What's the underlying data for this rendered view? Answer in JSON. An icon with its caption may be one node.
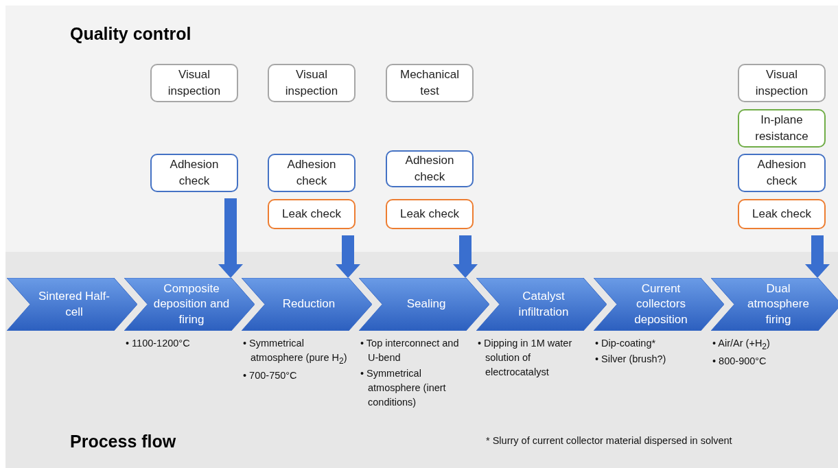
{
  "diagram": {
    "nodes": [
      {
        "text": [
          "Quality control"
        ]
      },
      {
        "text": [
          "Visual inspection"
        ],
        "in": 0
      },
      {
        "text": [
          "Adhesion check"
        ],
        "in": 0
      },
      {
        "text": [
          "Visual inspection"
        ],
        "in": 0
      },
      {
        "text": [
          "Adhesion check"
        ],
        "in": 0
      },
      {
        "text": [
          "Leak check"
        ],
        "in": 0
      },
      {
        "text": [
          "Mechanical test"
        ],
        "in": 0
      },
      {
        "text": [
          "Adhesion check"
        ],
        "in": 0
      },
      {
        "text": [
          "Leak check"
        ],
        "in": 0
      },
      {
        "text": [
          "Visual inspection"
        ],
        "in": 0
      },
      {
        "text": [
          "In-plane resistance"
        ],
        "in": 0
      },
      {
        "text": [
          "Adhesion check"
        ],
        "in": 0
      },
      {
        "text": [
          "Leak check"
        ],
        "in": 0
      },
      {
        "text": [
          "Process flow"
        ]
      },
      {
        "text": [
          "Sintered Half-cell"
        ],
        "in": 13
      },
      {
        "text": [
          "Composite deposition and firing"
        ],
        "in": 13,
        "beside": [
          "• 1100-1200°C"
        ]
      },
      {
        "text": [
          "Reduction"
        ],
        "in": 13,
        "beside": [
          "• Symmetrical atmosphere (pure H$_{2}$)",
          "• 700-750°C"
        ]
      },
      {
        "text": [
          "Sealing"
        ],
        "in": 13,
        "beside": [
          "• Top interconnect and U-bend",
          "• Symmetrical atmosphere (inert conditions)"
        ]
      },
      {
        "text": [
          "Catalyst infiltration"
        ],
        "in": 13,
        "beside": [
          "• Dipping in 1M water solution of electrocatalyst"
        ]
      },
      {
        "text": [
          "Current collectors deposition"
        ],
        "in": 13,
        "beside": [
          "• Dip-coating*",
          "• Silver (brush?)"
        ]
      },
      {
        "text": [
          "Dual atmosphere firing"
        ],
        "in": 13,
        "beside": [
          "• Air/Ar (+H$_{2}$)",
          "• 800-900°C"
        ]
      }
    ],
    "edges": [
      {
        "from": 2,
        "to": 15,
        "arrow": "to"
      },
      {
        "from": 5,
        "to": 16,
        "arrow": "to"
      },
      {
        "from": 8,
        "to": 17,
        "arrow": "to"
      },
      {
        "from": 12,
        "to": 20,
        "arrow": "to"
      }
    ],
    "labels": [
      "* Slurry of current collector material dispersed in solvent"
    ]
  }
}
